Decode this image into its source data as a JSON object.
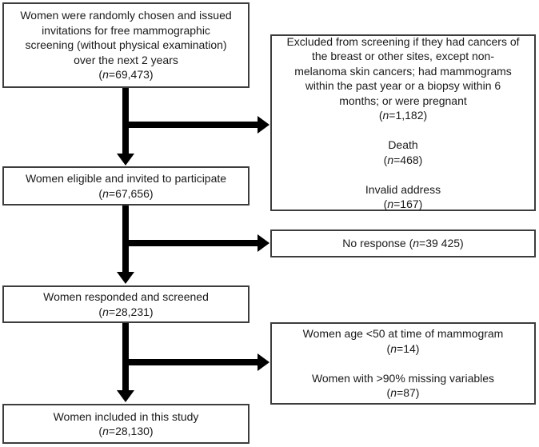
{
  "figure": {
    "type": "flowchart",
    "description": "Study participant flow diagram for mammographic screening study"
  },
  "colors": {
    "background": "#ffffff",
    "border": "#3d3d3d",
    "text": "#1a1a1a",
    "arrow": "#000000"
  },
  "flowchart": {
    "boxes": [
      {
        "id": "invited-population",
        "n": "69,473",
        "lines": [
          [
            {
              "t": "Women were randomly chosen and issued"
            }
          ],
          [
            {
              "t": "invitations for free mammographic"
            }
          ],
          [
            {
              "t": "screening (without physical examination)"
            }
          ],
          [
            {
              "t": "over the next 2 years"
            }
          ],
          [
            {
              "t": "("
            },
            {
              "t": "n",
              "i": true
            },
            {
              "t": "=69,473)"
            }
          ]
        ]
      },
      {
        "id": "excluded-before-invitation",
        "n": "1,182 / 468 / 167",
        "lines": [
          [
            {
              "t": "Excluded from screening if they had cancers of"
            }
          ],
          [
            {
              "t": "the breast or other sites, except non-"
            }
          ],
          [
            {
              "t": "melanoma skin cancers; had mammograms"
            }
          ],
          [
            {
              "t": "within the past year or a biopsy within 6"
            }
          ],
          [
            {
              "t": "months; or were pregnant"
            }
          ],
          [
            {
              "t": "("
            },
            {
              "t": "n",
              "i": true
            },
            {
              "t": "=1,182)"
            }
          ],
          [],
          [
            {
              "t": "Death"
            }
          ],
          [
            {
              "t": "("
            },
            {
              "t": "n",
              "i": true
            },
            {
              "t": "=468)"
            }
          ],
          [],
          [
            {
              "t": "Invalid address"
            }
          ],
          [
            {
              "t": "("
            },
            {
              "t": "n",
              "i": true
            },
            {
              "t": "=167)"
            }
          ]
        ]
      },
      {
        "id": "eligible-invited",
        "n": "67,656",
        "lines": [
          [
            {
              "t": "Women eligible and invited to participate"
            }
          ],
          [
            {
              "t": "("
            },
            {
              "t": "n",
              "i": true
            },
            {
              "t": "=67,656)"
            }
          ]
        ]
      },
      {
        "id": "no-response",
        "n": "39 425",
        "lines": [
          [
            {
              "t": "No response ("
            },
            {
              "t": "n",
              "i": true
            },
            {
              "t": "=39 425)"
            }
          ]
        ]
      },
      {
        "id": "responded-screened",
        "n": "28,231",
        "lines": [
          [
            {
              "t": "Women responded and screened"
            }
          ],
          [
            {
              "t": "("
            },
            {
              "t": "n",
              "i": true
            },
            {
              "t": "=28,231)"
            }
          ]
        ]
      },
      {
        "id": "excluded-after-screening",
        "n": "14 / 87",
        "lines": [
          [
            {
              "t": "Women age <50 at time of mammogram"
            }
          ],
          [
            {
              "t": "("
            },
            {
              "t": "n",
              "i": true
            },
            {
              "t": "=14)"
            }
          ],
          [],
          [
            {
              "t": "Women with >90% missing variables"
            }
          ],
          [
            {
              "t": "("
            },
            {
              "t": "n",
              "i": true
            },
            {
              "t": "=87)"
            }
          ]
        ]
      },
      {
        "id": "included-in-study",
        "n": "28,130",
        "lines": [
          [
            {
              "t": "Women included in this study"
            }
          ],
          [
            {
              "t": "("
            },
            {
              "t": "n",
              "i": true
            },
            {
              "t": "=28,130)"
            }
          ]
        ]
      }
    ]
  }
}
